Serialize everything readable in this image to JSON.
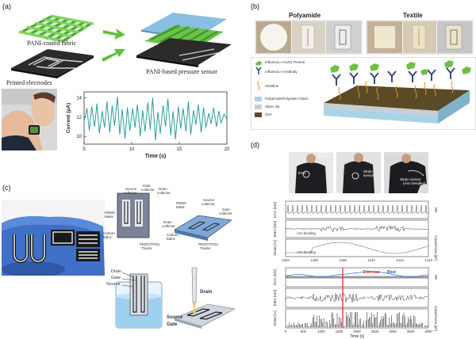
{
  "panel_a": {
    "label": "(a)",
    "fabric_label": "PANI-coated fabric",
    "electrodes_label": "Printed electrodes",
    "sensor_label": "PANI-based pressure sensor",
    "chart_data": {
      "type": "line",
      "xlabel": "Time (s)",
      "ylabel": "Current (μA)",
      "xticks": [
        "5",
        "10",
        "15",
        "20"
      ],
      "yticks": [
        "10",
        "12",
        "14"
      ],
      "xlim": [
        5,
        20
      ],
      "ylim": [
        9.2,
        14.6
      ],
      "line_color": "#2e9e9a",
      "series": [
        {
          "values": [
            [
              5.0,
              11.6
            ],
            [
              5.3,
              12.9
            ],
            [
              5.55,
              10.6
            ],
            [
              5.8,
              13.1
            ],
            [
              6.1,
              11.0
            ],
            [
              6.35,
              13.4
            ],
            [
              6.6,
              10.3
            ],
            [
              6.9,
              12.6
            ],
            [
              7.15,
              10.9
            ],
            [
              7.4,
              13.6
            ],
            [
              7.7,
              10.4
            ],
            [
              7.95,
              13.2
            ],
            [
              8.2,
              11.1
            ],
            [
              8.5,
              14.1
            ],
            [
              8.75,
              10.2
            ],
            [
              9.0,
              12.8
            ],
            [
              9.3,
              9.8
            ],
            [
              9.55,
              13.0
            ],
            [
              9.8,
              10.6
            ],
            [
              10.1,
              12.9
            ],
            [
              10.35,
              10.9
            ],
            [
              10.6,
              13.3
            ],
            [
              10.9,
              10.0
            ],
            [
              11.15,
              12.7
            ],
            [
              11.4,
              10.5
            ],
            [
              11.7,
              13.5
            ],
            [
              11.95,
              10.7
            ],
            [
              12.2,
              14.0
            ],
            [
              12.5,
              9.6
            ],
            [
              12.75,
              12.5
            ],
            [
              13.0,
              10.3
            ],
            [
              13.3,
              13.2
            ],
            [
              13.55,
              11.0
            ],
            [
              13.8,
              13.9
            ],
            [
              14.1,
              10.1
            ],
            [
              14.35,
              12.6
            ],
            [
              14.6,
              9.7
            ],
            [
              14.9,
              13.1
            ],
            [
              15.15,
              10.8
            ],
            [
              15.4,
              12.9
            ],
            [
              15.7,
              10.5
            ],
            [
              15.95,
              13.6
            ],
            [
              16.2,
              10.2
            ],
            [
              16.5,
              12.7
            ],
            [
              16.75,
              11.2
            ],
            [
              17.0,
              13.3
            ],
            [
              17.3,
              10.4
            ],
            [
              17.55,
              13.0
            ],
            [
              17.8,
              10.9
            ],
            [
              18.1,
              12.4
            ],
            [
              18.35,
              11.3
            ],
            [
              18.6,
              13.0
            ],
            [
              18.9,
              11.0
            ],
            [
              19.15,
              12.6
            ],
            [
              19.4,
              11.4
            ],
            [
              19.7,
              12.3
            ],
            [
              20.0,
              11.8
            ]
          ]
        }
      ]
    }
  },
  "panel_b": {
    "label": "(b)",
    "polyamide_title": "Polyamide",
    "textile_title": "Textile",
    "legend": [
      {
        "label": "Influenza A H1N1 Protein",
        "color": "#6fbf45"
      },
      {
        "label": "Influenza A Antibody",
        "color": "#3c4a78"
      },
      {
        "label": "Histidine",
        "color": "#e0902a"
      },
      {
        "label": "Polyamide/Polyester Fabric",
        "color": "#a9d4e6"
      },
      {
        "label": "Silver Ink",
        "color": "#c9cdd3"
      },
      {
        "label": "ZnO",
        "color": "#5a4a26"
      }
    ]
  },
  "panel_c": {
    "label": "(c)",
    "top_left_diagram": {
      "gate": "Gate",
      "gate_sub": "collector",
      "source": "Source",
      "source_sub": "collector",
      "drain": "Drain",
      "drain_sub": "collector",
      "pdms": "PDMS",
      "pdms_sub": "Mask",
      "carbon": "Carbon",
      "carbon_sub": "fabric",
      "pedot": "PEDOT:PSS",
      "pedot_sub": "Tracks"
    },
    "top_right_diagram": {
      "pdms": "PDMS",
      "pdms_sub": "Mask",
      "source": "Source",
      "source_sub": "collector",
      "gate": "Gate",
      "gate_sub": "collector",
      "drain": "Drain",
      "drain_sub": "collector",
      "carbon": "Carbon",
      "carbon_sub": "fabric",
      "pedot": "PEDOT:PSS",
      "pedot_sub": "Tracks"
    },
    "beaker": {
      "drain": "Drain",
      "gate": "Gate",
      "source": "Source"
    },
    "strip": {
      "drain": "Drain",
      "source": "Source",
      "gate": "Gate"
    }
  },
  "panel_d": {
    "label": "(d)",
    "photo1": {
      "ecg": "ECG",
      "top": "Bioelectrode",
      "top_sub": "Position"
    },
    "photo2": {
      "strain": "Strain",
      "strain_sub": "sensor"
    },
    "photo3": {
      "strain": "Strain sensor",
      "strain_sub": "(Arm bending)"
    },
    "rows1": [
      {
        "y": "ECG [mV]",
        "r": "RR"
      },
      {
        "y": "EMG [mV]",
        "r": "",
        "note": "Arm bending"
      },
      {
        "y": "Strain [%]",
        "r": "Capacitance [pF]",
        "note": "Arm bending"
      }
    ],
    "xticks1": [
      "1404",
      "1406",
      "1408",
      "1410",
      "1412",
      "1414"
    ],
    "rows2": [
      {
        "y": "ECG [mV]",
        "r": "RR"
      },
      {
        "y": "EMG [mV]",
        "r": ""
      },
      {
        "y": "Strain [%]",
        "r": "Capacitance [pF]"
      }
    ],
    "exercise": "Exercise",
    "rest": "Rest",
    "xticks2": [
      "0",
      "500",
      "1000",
      "1500",
      "2000",
      "2500",
      "3000",
      "3500",
      "4000"
    ],
    "xlabel": "Time [s]"
  }
}
